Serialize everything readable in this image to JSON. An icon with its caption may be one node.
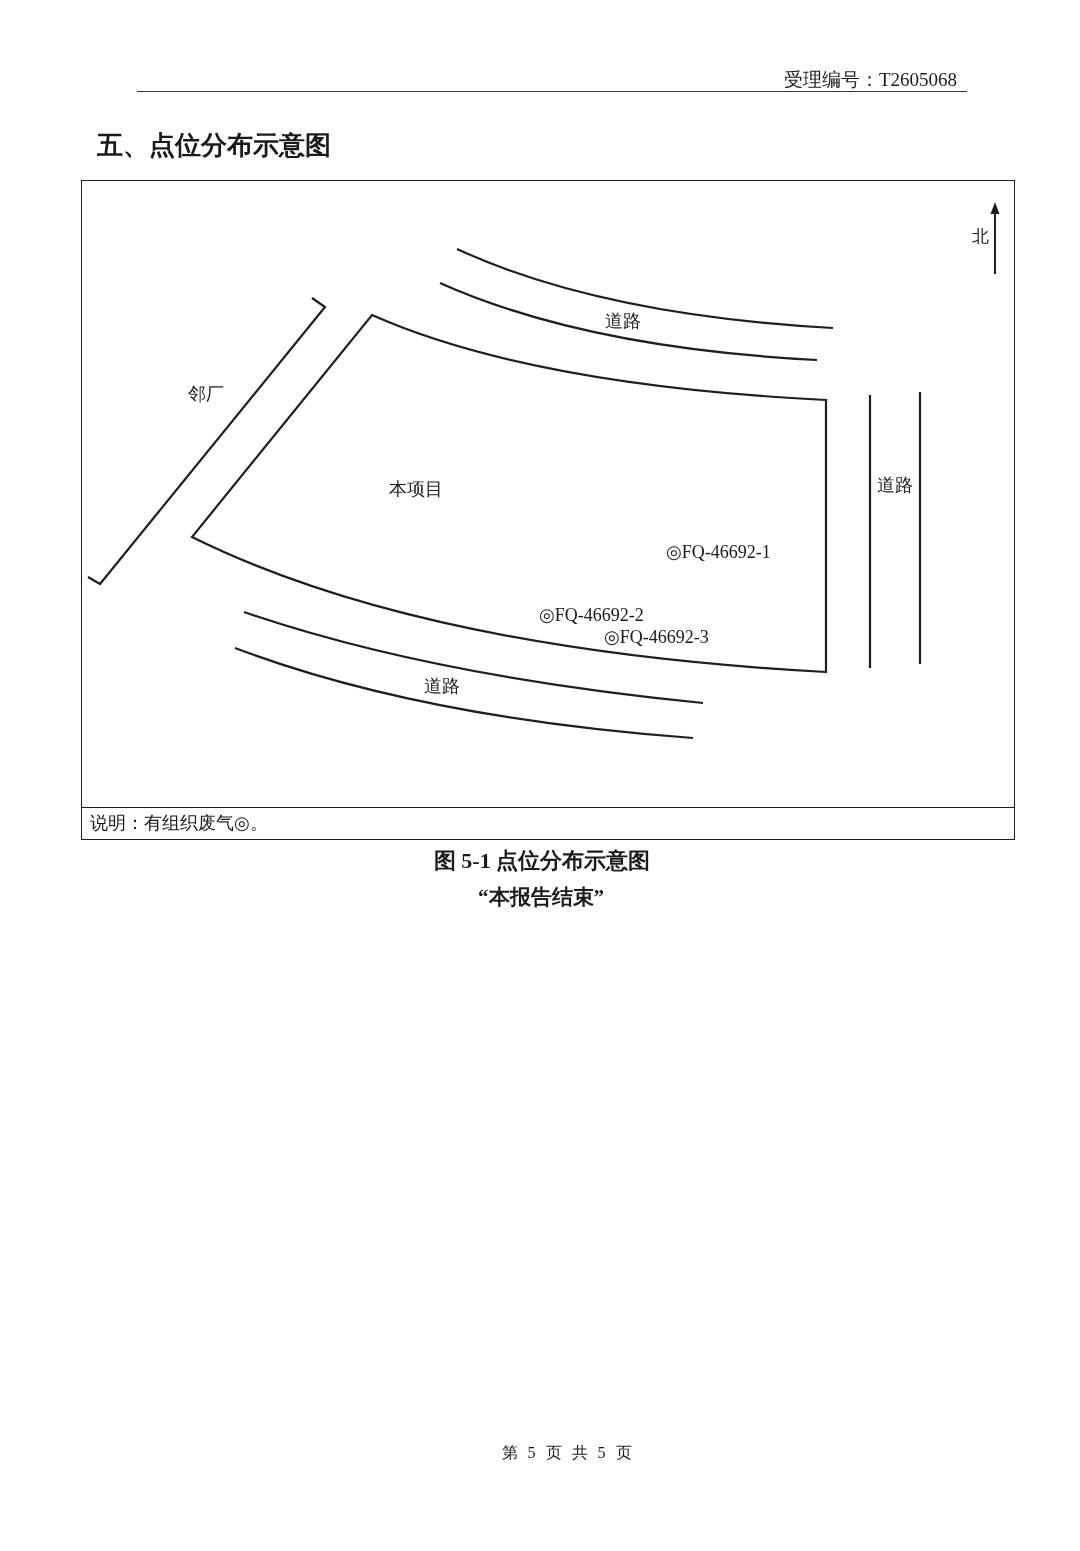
{
  "diagram": {
    "title": "五、点位分布示意图",
    "caption": "图 5-1 点位分布示意图",
    "nodes": [
      {
        "text": [
          "道路"
        ]
      },
      {
        "text": [
          "本项目"
        ]
      },
      {
        "text": [
          "道路"
        ]
      },
      {
        "text": [
          "道路"
        ]
      }
    ],
    "labels": [
      "受理编号：T2605068",
      "北",
      "邻厂",
      "◎FQ-46692-1",
      "◎FQ-46692-2",
      "◎FQ-46692-3",
      "说明：有组织废气◎。",
      "“本报告结束”",
      "第 5 页 共 5 页"
    ]
  }
}
